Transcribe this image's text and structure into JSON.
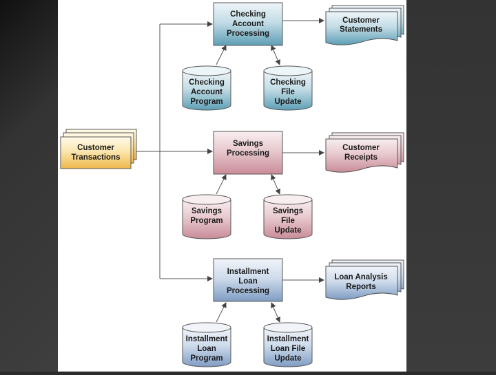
{
  "colors": {
    "checking": "#5d9fb6",
    "savings": "#c98c98",
    "loan": "#8aa6c8",
    "transactions": "#f2c05c",
    "line": "#555555"
  },
  "checking": {
    "process": [
      "Checking",
      "Account",
      "Processing"
    ],
    "program": [
      "Checking",
      "Account",
      "Program"
    ],
    "file": [
      "Checking",
      "File",
      "Update"
    ],
    "output": [
      "Customer",
      "Statements"
    ]
  },
  "savings": {
    "process": [
      "Savings",
      "Processing"
    ],
    "program": [
      "Savings",
      "Program"
    ],
    "file": [
      "Savings",
      "File",
      "Update"
    ],
    "output": [
      "Customer",
      "Receipts"
    ]
  },
  "loan": {
    "process": [
      "Installment",
      "Loan",
      "Processing"
    ],
    "program": [
      "Installment",
      "Loan",
      "Program"
    ],
    "file": [
      "Installment",
      "Loan File",
      "Update"
    ],
    "output": [
      "Loan Analysis",
      "Reports"
    ]
  },
  "input": [
    "Customer",
    "Transactions"
  ]
}
